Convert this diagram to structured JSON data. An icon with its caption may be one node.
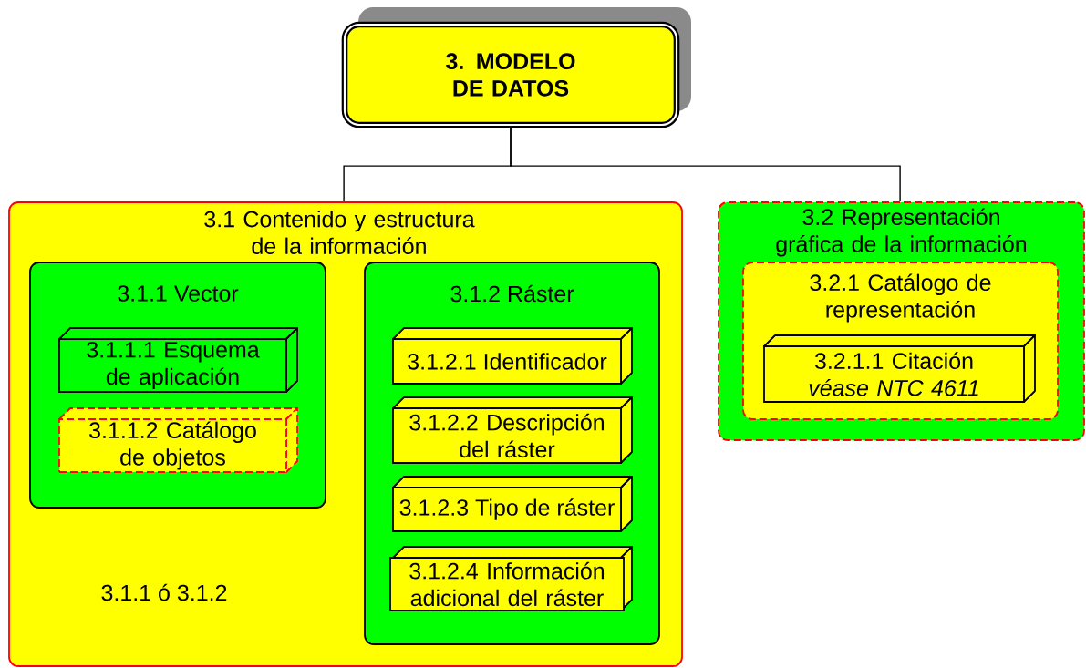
{
  "diagram": {
    "nodes": [
      {
        "text": [
          "3. MODELO DE DATOS"
        ]
      },
      {
        "text": [
          "3.1 Contenido y estructura de la información"
        ]
      },
      {
        "text": [
          "3.1.1 Vector"
        ],
        "in": 1
      },
      {
        "text": [
          "3.1.1.1 Esquema de aplicación"
        ],
        "in": 2
      },
      {
        "text": [
          "3.1.1.2 Catálogo de objetos"
        ],
        "in": 2
      },
      {
        "text": [
          "3.1.2 Ráster"
        ],
        "in": 1
      },
      {
        "text": [
          "3.1.2.1 Identificador"
        ],
        "in": 5
      },
      {
        "text": [
          "3.1.2.2 Descripción del ráster"
        ],
        "in": 5
      },
      {
        "text": [
          "3.1.2.3 Tipo de ráster"
        ],
        "in": 5
      },
      {
        "text": [
          "3.1.2.4 Información adicional del ráster"
        ],
        "in": 5
      },
      {
        "text": [
          "3.2 Representación gráfica de la información"
        ]
      },
      {
        "text": [
          "3.2.1 Catálogo de representación"
        ],
        "in": 10
      },
      {
        "text": [
          "3.2.1.1 Citación",
          "véase NTC 4611"
        ],
        "in": 11
      }
    ],
    "edges": [
      {
        "from": 0,
        "to": 1,
        "arrow": "none"
      },
      {
        "from": 0,
        "to": 10,
        "arrow": "none"
      }
    ],
    "labels": [
      "3.1.1 ó 3.1.2"
    ]
  }
}
